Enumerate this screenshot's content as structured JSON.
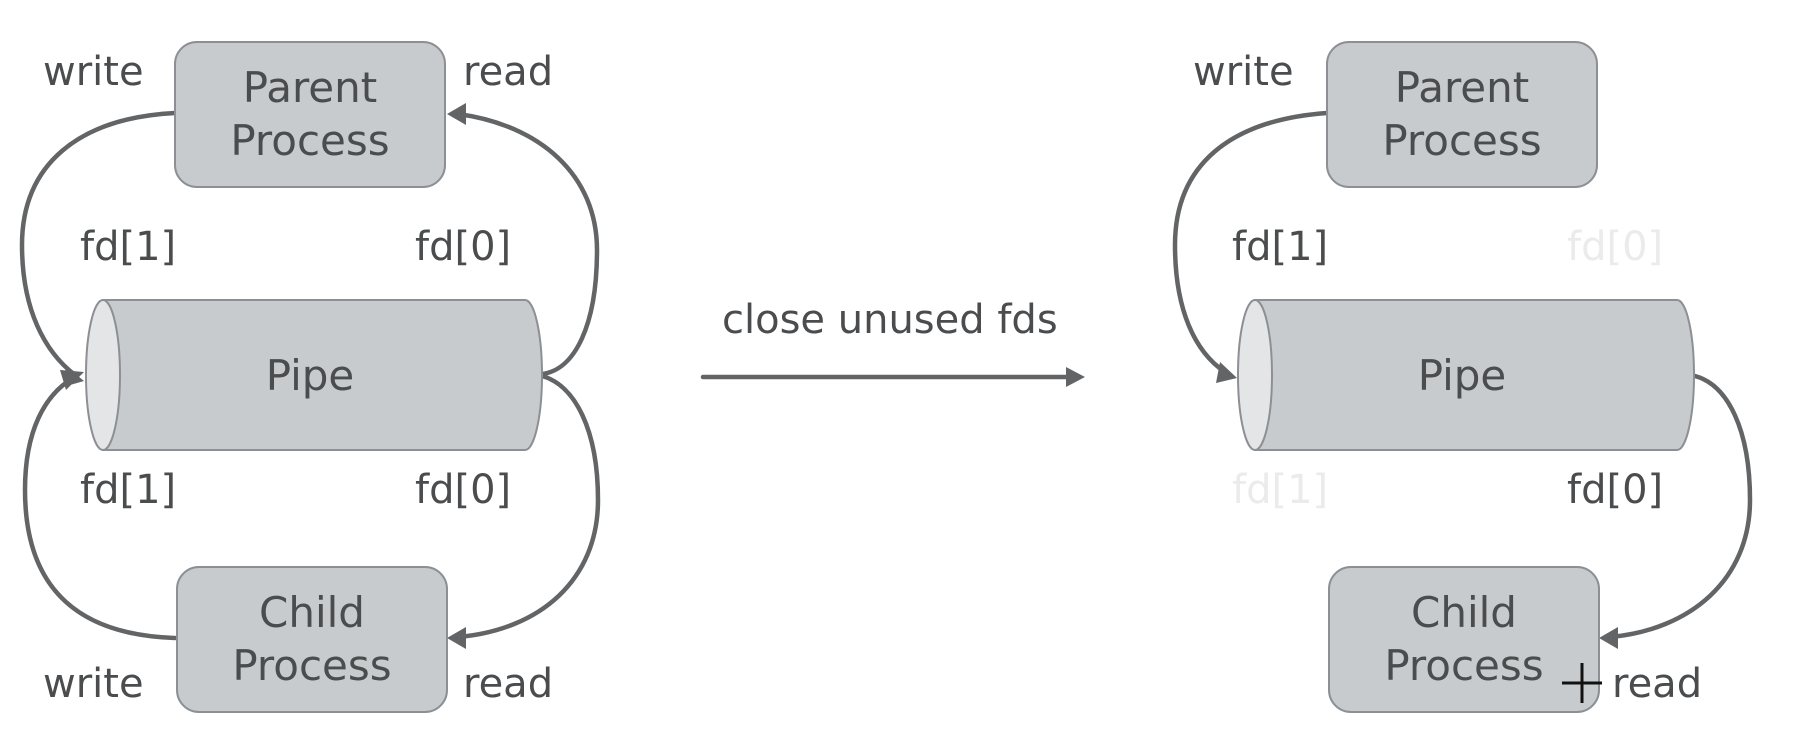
{
  "before": {
    "parent_box": {
      "line1": "Parent",
      "line2": "Process"
    },
    "child_box": {
      "line1": "Child",
      "line2": "Process"
    },
    "pipe_label": "Pipe",
    "parent_write_label": "write",
    "parent_read_label": "read",
    "child_write_label": "write",
    "child_read_label": "read",
    "parent_fd1_label": "fd[1]",
    "parent_fd0_label": "fd[0]",
    "child_fd1_label": "fd[1]",
    "child_fd0_label": "fd[0]"
  },
  "transition": {
    "label": "close unused fds"
  },
  "after": {
    "parent_box": {
      "line1": "Parent",
      "line2": "Process"
    },
    "child_box": {
      "line1": "Child",
      "line2": "Process"
    },
    "pipe_label": "Pipe",
    "parent_write_label": "write",
    "child_read_label": "read",
    "parent_fd1_label": "fd[1]",
    "closed_parent_fd0_label": "fd[0]",
    "closed_child_fd1_label": "fd[1]",
    "child_fd0_label": "fd[0]"
  },
  "colors": {
    "box_fill": "#c8cbcd",
    "arrow": "#626466",
    "text": "#4a4c4e",
    "closed_text": "#ebebeb"
  }
}
